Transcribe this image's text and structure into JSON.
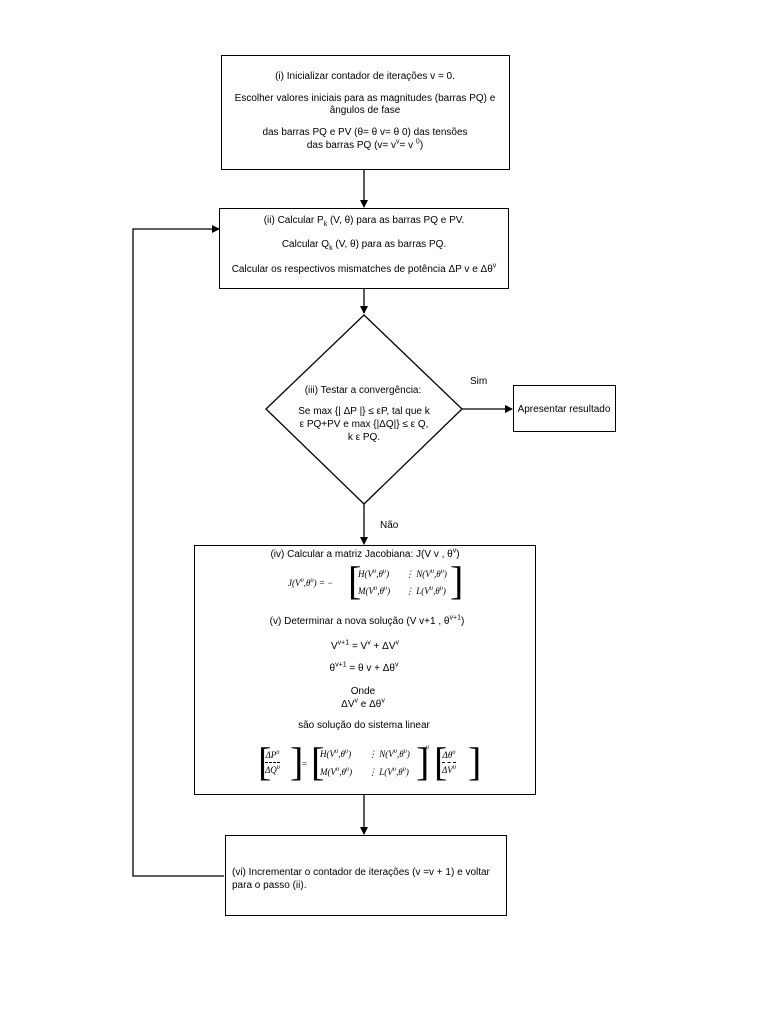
{
  "box1": {
    "line1": "(i) Inicializar contador de iterações v = 0.",
    "line2": "Escolher valores iniciais para as magnitudes (barras PQ) e",
    "line3": "ângulos de fase",
    "line4": "das barras PQ e PV (θ= θ v= θ 0) das tensões",
    "line5_pre": "das barras PQ (v= v",
    "line5_sup1": "v",
    "line5_mid": "= v ",
    "line5_sup2": "0",
    "line5_post": ")"
  },
  "box2": {
    "line1_pre": "(ii) Calcular P",
    "line1_sub": "k",
    "line1_post": " (V, θ) para as barras PQ e PV.",
    "line2_pre": "Calcular Q",
    "line2_sub": "k",
    "line2_post": " (V, θ) para as barras PQ.",
    "line3_pre": "Calcular os respectivos mismatches de potência ΔP v e Δθ",
    "line3_sup": "v"
  },
  "decision": {
    "line1": "(iii) Testar a convergência:",
    "line2": "Se max {| ΔP |} ≤ εP, tal que k",
    "line3": "ε PQ+PV e max {|ΔQ|} ≤ ε Q,",
    "line4": "k ε PQ."
  },
  "labels": {
    "yes": "Sim",
    "no": "Não"
  },
  "result_box": {
    "text": "Apresentar resultado"
  },
  "box4": {
    "title_pre": "(iv) Calcular a matriz Jacobiana: J(V v , θ",
    "title_sup": "v",
    "title_post": ")",
    "sol_pre": "(v) Determinar a nova solução (V v+1 , θ",
    "sol_sup": "v+1",
    "sol_post": ")",
    "eqV_a": "V",
    "eqV_sup1": "v+1",
    "eqV_b": " = V",
    "eqV_sup2": "v",
    "eqV_c": " + ΔV",
    "eqV_sup3": "v",
    "eqT_a": "θ",
    "eqT_sup1": "v+1",
    "eqT_b": " = θ v + Δθ",
    "eqT_sup2": "v",
    "onde": "Onde",
    "delta_a": "ΔV",
    "delta_sup1": "v",
    "delta_b": "  e Δθ",
    "delta_sup2": "v",
    "linear": "são solução do sistema linear",
    "J": "J",
    "Hterm": "H",
    "Nterm": "N",
    "Mterm": "M",
    "Lterm": "L",
    "Vv": "V",
    "thv": "θ",
    "nu": "υ",
    "dP": "ΔP",
    "dQ": "ΔQ",
    "dth": "Δθ",
    "dV": "ΔV"
  },
  "box6": {
    "line1": "(vi) Incrementar o contador de iterações (v =v + 1) e voltar",
    "line2": "para o passo (ii)."
  }
}
